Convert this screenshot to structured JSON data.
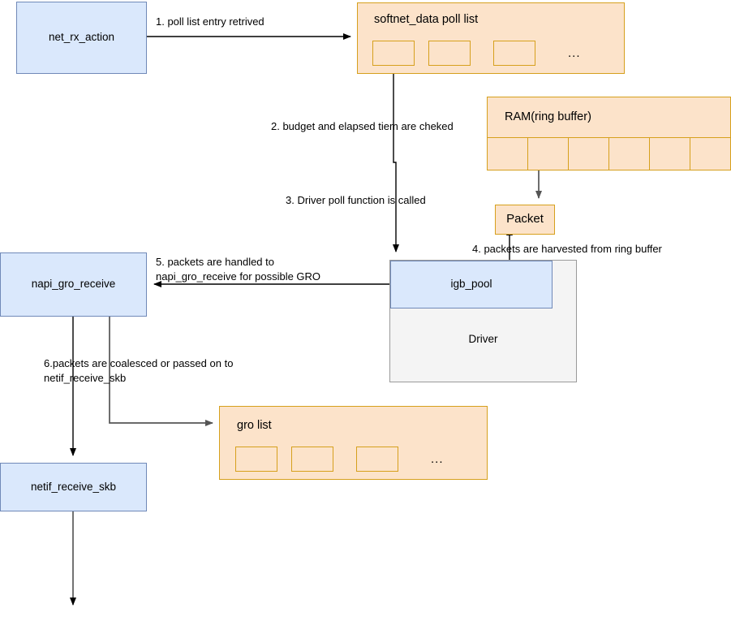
{
  "diagram": {
    "title_nodes": {
      "net_rx_action": "net_rx_action",
      "softnet_data_poll_list": "softnet_data poll list",
      "ram_ring_buffer": "RAM(ring buffer)",
      "packet": "Packet",
      "igb_pool": "igb_pool",
      "driver": "Driver",
      "napi_gro_receive": "napi_gro_receive",
      "gro_list": "gro list",
      "netif_receive_skb": "netif_receive_skb"
    },
    "poll_list": {
      "label": "softnet_data poll list",
      "nodes": [
        "",
        "",
        ""
      ],
      "ellipsis": "..."
    },
    "gro_list": {
      "label": "gro list",
      "nodes": [
        "",
        "",
        ""
      ],
      "ellipsis": "..."
    },
    "ram": {
      "label": "RAM(ring buffer)",
      "cells": [
        "",
        "",
        "",
        "",
        "",
        ""
      ]
    },
    "edge_labels": {
      "step1": "1. poll list entry retrived",
      "step2": "2. budget and elapsed tiem are cheked",
      "step3": "3. Driver poll function is called",
      "step4": "4. packets are harvested from ring buffer",
      "step5_line1": "5. packets are handled to",
      "step5_line2": "napi_gro_receive for possible GRO",
      "step6_line1": "6.packets are coalesced or passed on to",
      "step6_line2": "netif_receive_skb"
    },
    "colors": {
      "blue_fill": "#dae8fc",
      "blue_stroke": "#7089b8",
      "orange_fill": "#fce3ca",
      "orange_stroke": "#d6a01d",
      "gray_fill": "#f4f4f4",
      "gray_stroke": "#9a9a9a",
      "arrow_black": "#000000",
      "arrow_gray": "#666666"
    }
  }
}
